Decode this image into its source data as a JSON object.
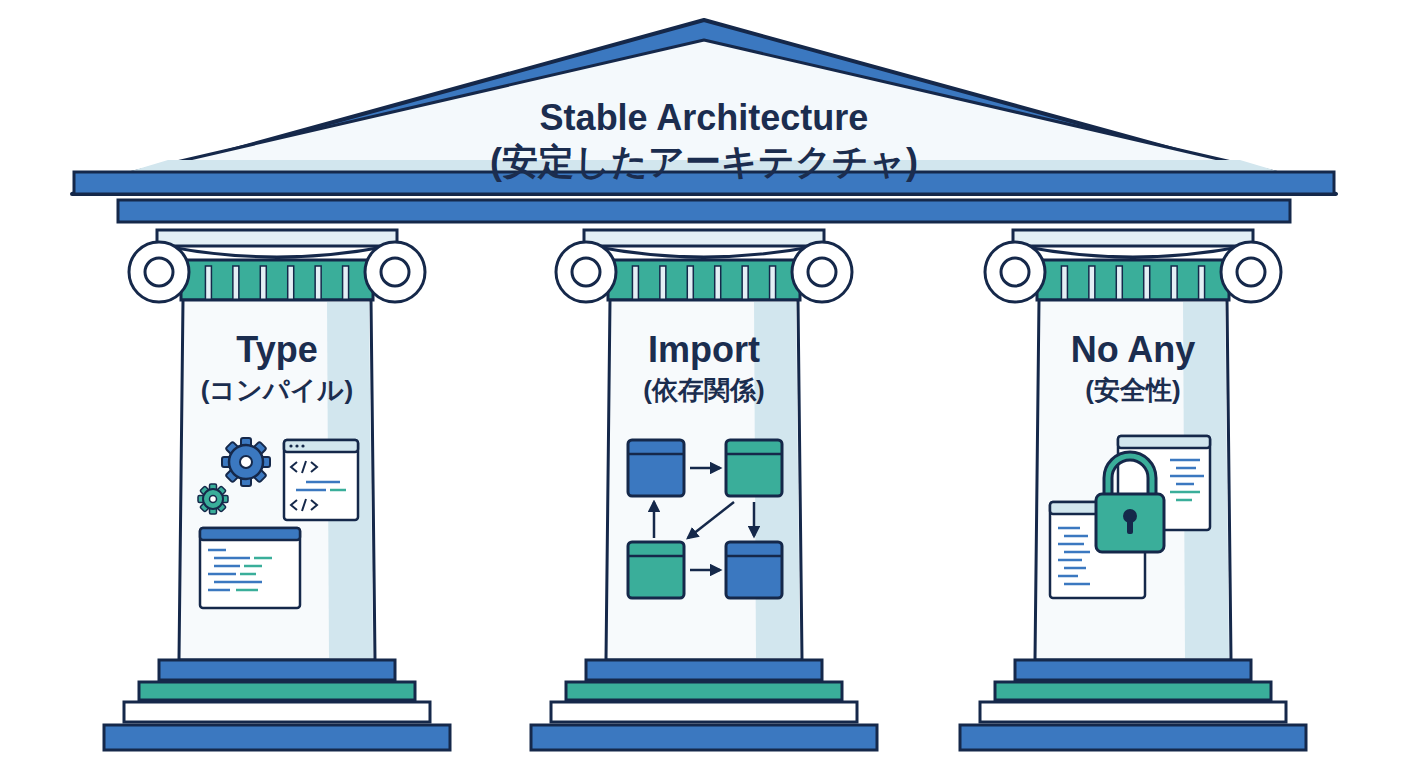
{
  "diagram": {
    "nodes": [
      {
        "text": [
          "Stable Architecture",
          "(安定したアーキテクチャ)"
        ]
      },
      {
        "text": [
          "Type",
          "(コンパイル)"
        ]
      },
      {
        "text": [
          "Import",
          "(依存関係)"
        ]
      },
      {
        "text": [
          "No Any",
          "(安全性)"
        ]
      }
    ]
  }
}
